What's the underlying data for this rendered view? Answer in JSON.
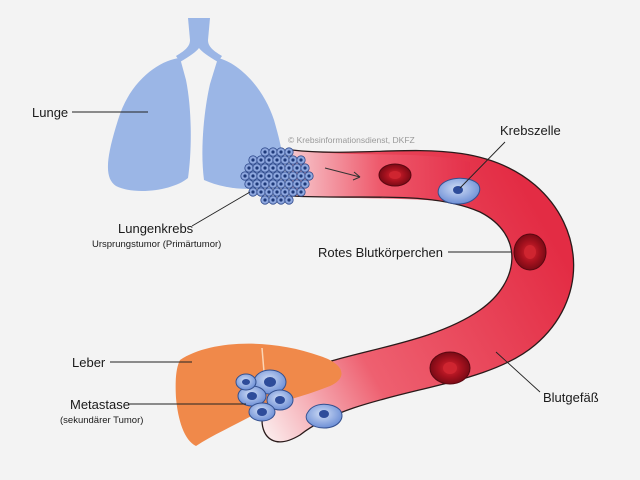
{
  "copyright": "© Krebsinformationsdienst, DKFZ",
  "labels": {
    "lunge": "Lunge",
    "lungenkrebs": "Lungenkrebs",
    "lungenkrebs_sub": "Ursprungstumor (Primärtumor)",
    "krebszelle": "Krebszelle",
    "rotes_blut": "Rotes Blutkörperchen",
    "leber": "Leber",
    "metastase": "Metastase",
    "metastase_sub": "(sekundärer Tumor)",
    "blutgefaess": "Blutgefäß"
  },
  "colors": {
    "background": "#f3f3f3",
    "lung": "#9bb6e6",
    "liver": "#f0894a",
    "vessel": "#e8334a",
    "red_cell": "#9c1322",
    "cancer_cell": "#5b7fcf"
  }
}
